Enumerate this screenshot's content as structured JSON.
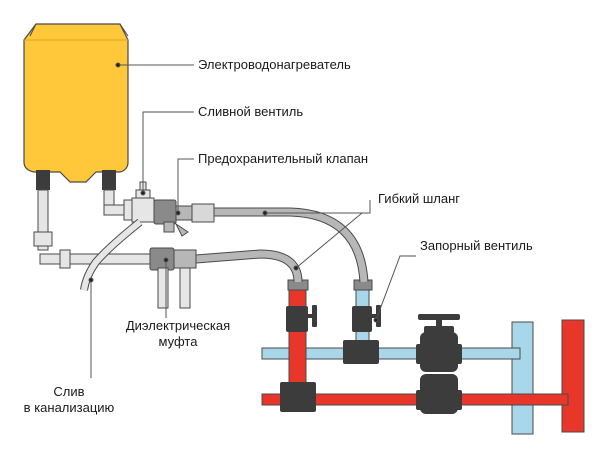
{
  "labels": {
    "heater": "Электроводонагреватель",
    "drain_valve": "Сливной вентиль",
    "safety_valve": "Предохранительный клапан",
    "flex_hose": "Гибкий шланг",
    "shutoff_valve": "Запорный вентиль",
    "dielectric_line1": "Диэлектрическая",
    "dielectric_line2": "муфта",
    "sewer_line1": "Слив",
    "sewer_line2": "в канализацию"
  },
  "colors": {
    "heater_body": "#FFC83A",
    "hot_pipe": "#E8372A",
    "cold_pipe": "#A9D7EA",
    "fitting": "#3C3C3C",
    "hose": "#B7B7B7",
    "small_pipe": "#E6E6E6"
  }
}
